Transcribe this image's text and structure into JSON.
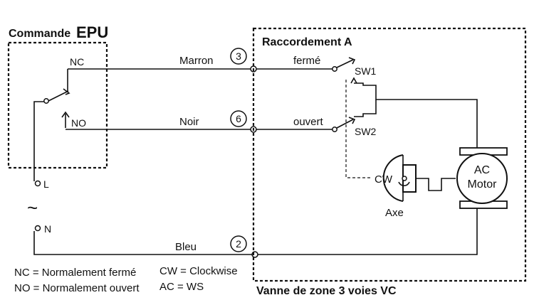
{
  "epu_box": {
    "title_prefix": "Commande",
    "title_main": "EPU",
    "nc_label": "NC",
    "no_label": "NO"
  },
  "terminals": {
    "l_label": "L",
    "n_label": "N",
    "ac_symbol": "~"
  },
  "wires": {
    "top": {
      "color_label": "Marron",
      "number": "3"
    },
    "middle": {
      "color_label": "Noir",
      "number": "6"
    },
    "bottom": {
      "color_label": "Bleu",
      "number": "2"
    }
  },
  "connection_box": {
    "title": "Raccordement A",
    "footer": "Vanne de zone 3 voies VC",
    "closed_label": "fermé",
    "open_label": "ouvert",
    "sw1_label": "SW1",
    "sw2_label": "SW2",
    "cw_label": "CW",
    "axis_label": "Axe",
    "motor_label_1": "AC",
    "motor_label_2": "Motor"
  },
  "legend": {
    "nc_line": "NC = Normalement fermé",
    "no_line": "NO = Normalement ouvert",
    "cw_line": "CW =  Clockwise",
    "ac_line": "AC  =  WS"
  }
}
